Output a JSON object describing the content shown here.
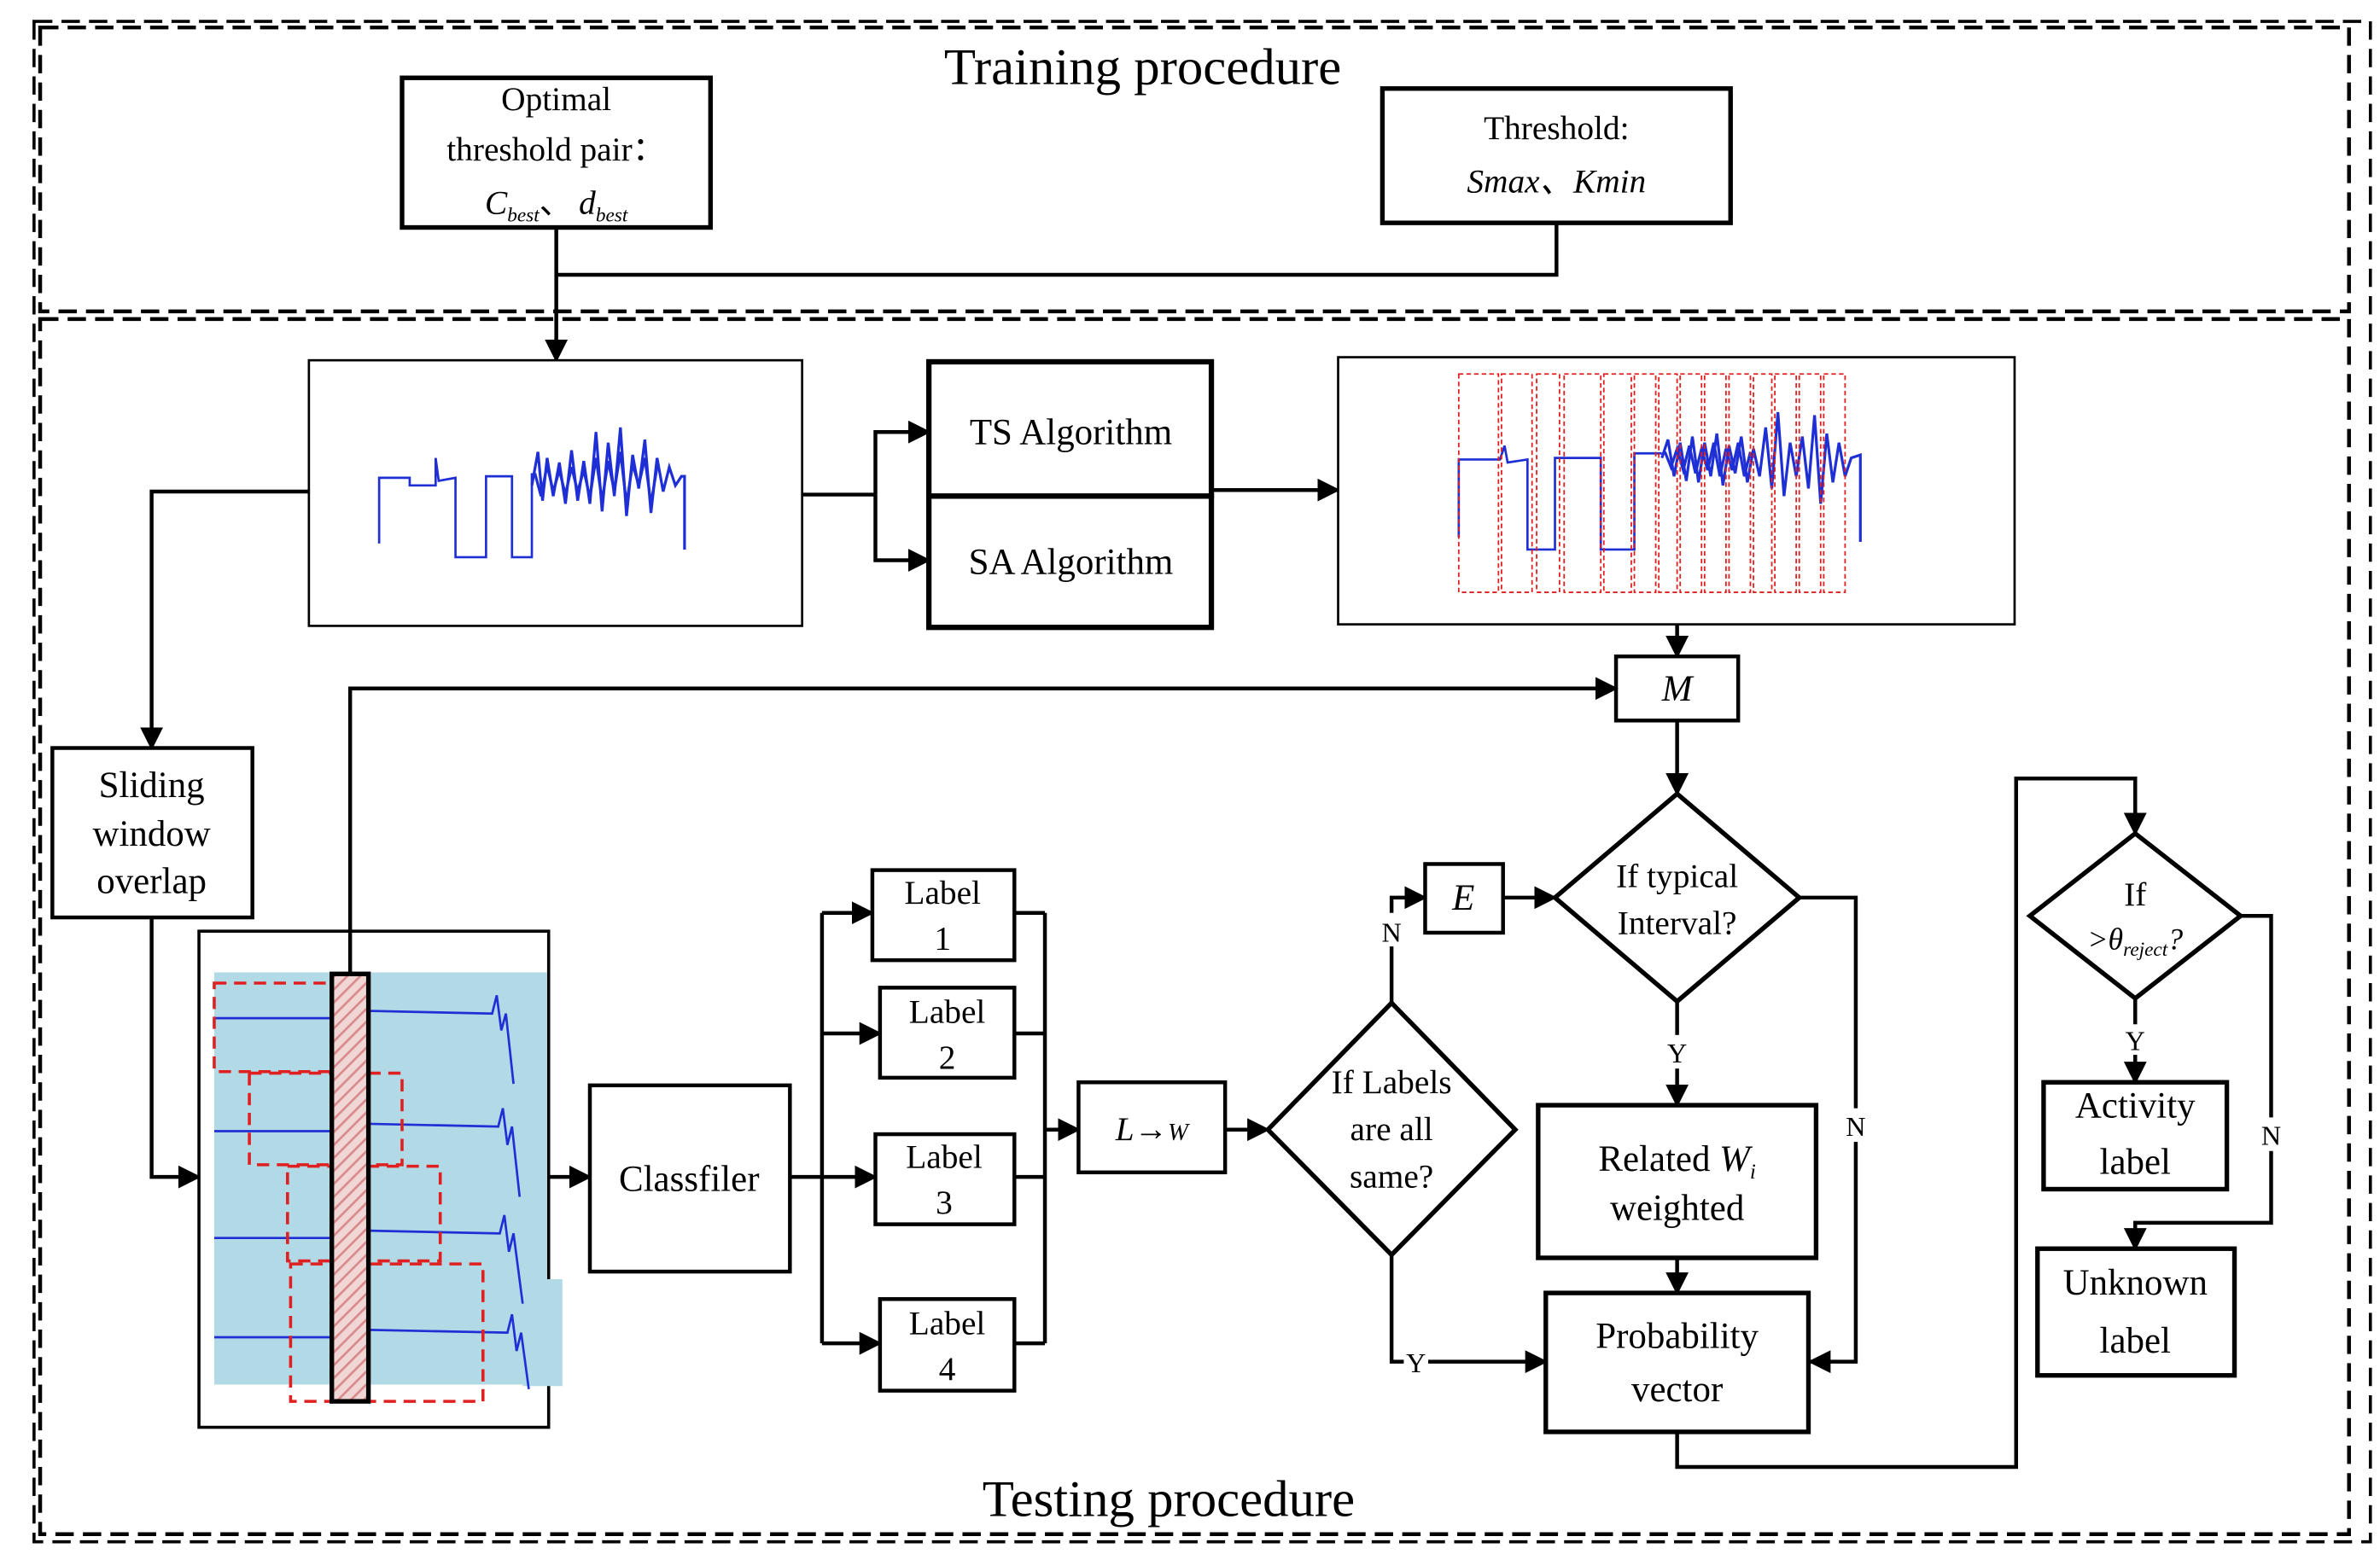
{
  "sections": {
    "training_title": "Training procedure",
    "testing_title": "Testing procedure"
  },
  "boxes": {
    "optimal_line1": "Optimal",
    "optimal_line2": "threshold pair：",
    "c_best": "C",
    "c_best_sub": "best",
    "sep": "、",
    "d_best": "d",
    "d_best_sub": "best",
    "threshold_line1": "Threshold:",
    "threshold_line2": "Smax、Kmin",
    "ts_algorithm": "TS Algorithm",
    "sa_algorithm": "SA Algorithm",
    "m_box": "M",
    "sliding_line1": "Sliding",
    "sliding_line2": "window",
    "sliding_line3": "overlap",
    "classfiler": "Classfiler",
    "label_word": "Label",
    "label_nums": [
      "1",
      "2",
      "3",
      "4"
    ],
    "l_to_w_L": "L",
    "l_to_w_arrow": "→",
    "l_to_w_W": "W",
    "e_box": "E",
    "related_line1": "Related ",
    "related_W": "W",
    "related_sub": "i",
    "related_line2": "weighted",
    "prob_line1": "Probability",
    "prob_line2": "vector",
    "activity_line1": "Activity",
    "activity_line2": "label",
    "unknown_line1": "Unknown",
    "unknown_line2": "label"
  },
  "decisions": {
    "labels_same_line1": "If Labels",
    "labels_same_line2": "are all",
    "labels_same_line3": "same?",
    "typical_line1": "If typical",
    "typical_line2": "Interval?",
    "reject_line1": "If",
    "reject_gt": ">θ",
    "reject_sub": "reject",
    "reject_q": "?"
  },
  "edge_labels": {
    "yes": "Y",
    "no": "N"
  },
  "colors": {
    "stroke": "#000000",
    "signal": "#1f2fd6",
    "segment_box": "#e02020",
    "panel_bg": "#b2d9e6",
    "highlight": "#d98a8a"
  }
}
